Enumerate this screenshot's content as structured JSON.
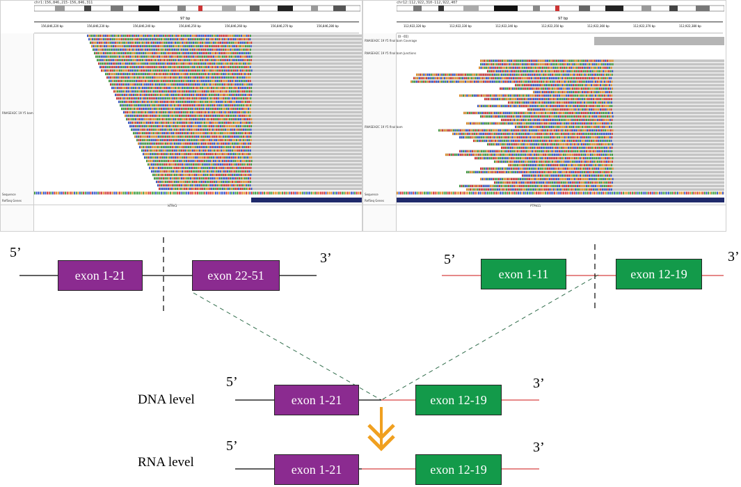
{
  "igv": {
    "left": {
      "locus": "chr1:156,846,215-156,846,311",
      "coord_labels": [
        "156,846,220 bp",
        "156,846,230 bp",
        "156,846,240 bp",
        "156,846,250 bp",
        "156,846,260 bp",
        "156,846,270 bp",
        "156,846,280 bp"
      ],
      "span_label": "97 bp",
      "track_label": "RNASEH2C 19 Y5 bam",
      "sequence_label": "Sequence",
      "refseq_label": "RefSeq Genes",
      "gene_label": "NTRK1"
    },
    "right": {
      "locus": "chr12:112,922,310-112,922,407",
      "coord_labels": [
        "112,922,320 bp",
        "112,922,330 bp",
        "112,922,340 bp",
        "112,922,350 bp",
        "112,922,360 bp",
        "112,922,370 bp",
        "112,922,380 bp"
      ],
      "span_label": "97 bp",
      "coverage_label": "RNASEH2C 19 Y5 final bam Coverage",
      "junction_label": "RNASEH2C 19 Y5 final bam Junctions",
      "track_label": "RNASEH2C 19 Y5 final bam",
      "range_label": "[0 - 65]",
      "sequence_label": "Sequence",
      "refseq_label": "RefSeq Genes",
      "gene_label": "PTPN11"
    }
  },
  "gene1": {
    "five_prime": "5’",
    "three_prime": "3’",
    "exon_a": "exon 1-21",
    "exon_b": "exon 22-51"
  },
  "gene2": {
    "five_prime": "5’",
    "three_prime": "3’",
    "exon_a": "exon 1-11",
    "exon_b": "exon 12-19"
  },
  "dna": {
    "label": "DNA level",
    "five_prime": "5’",
    "three_prime": "3’",
    "exon_a": "exon 1-21",
    "exon_b": "exon 12-19"
  },
  "rna": {
    "label": "RNA level",
    "five_prime": "5’",
    "three_prime": "3’",
    "exon_a": "exon 1-21",
    "exon_b": "exon 12-19"
  },
  "colors": {
    "purple": "#8b2b90",
    "green": "#139a4a",
    "arrow": "#f0a020",
    "red_line": "#d84040"
  }
}
